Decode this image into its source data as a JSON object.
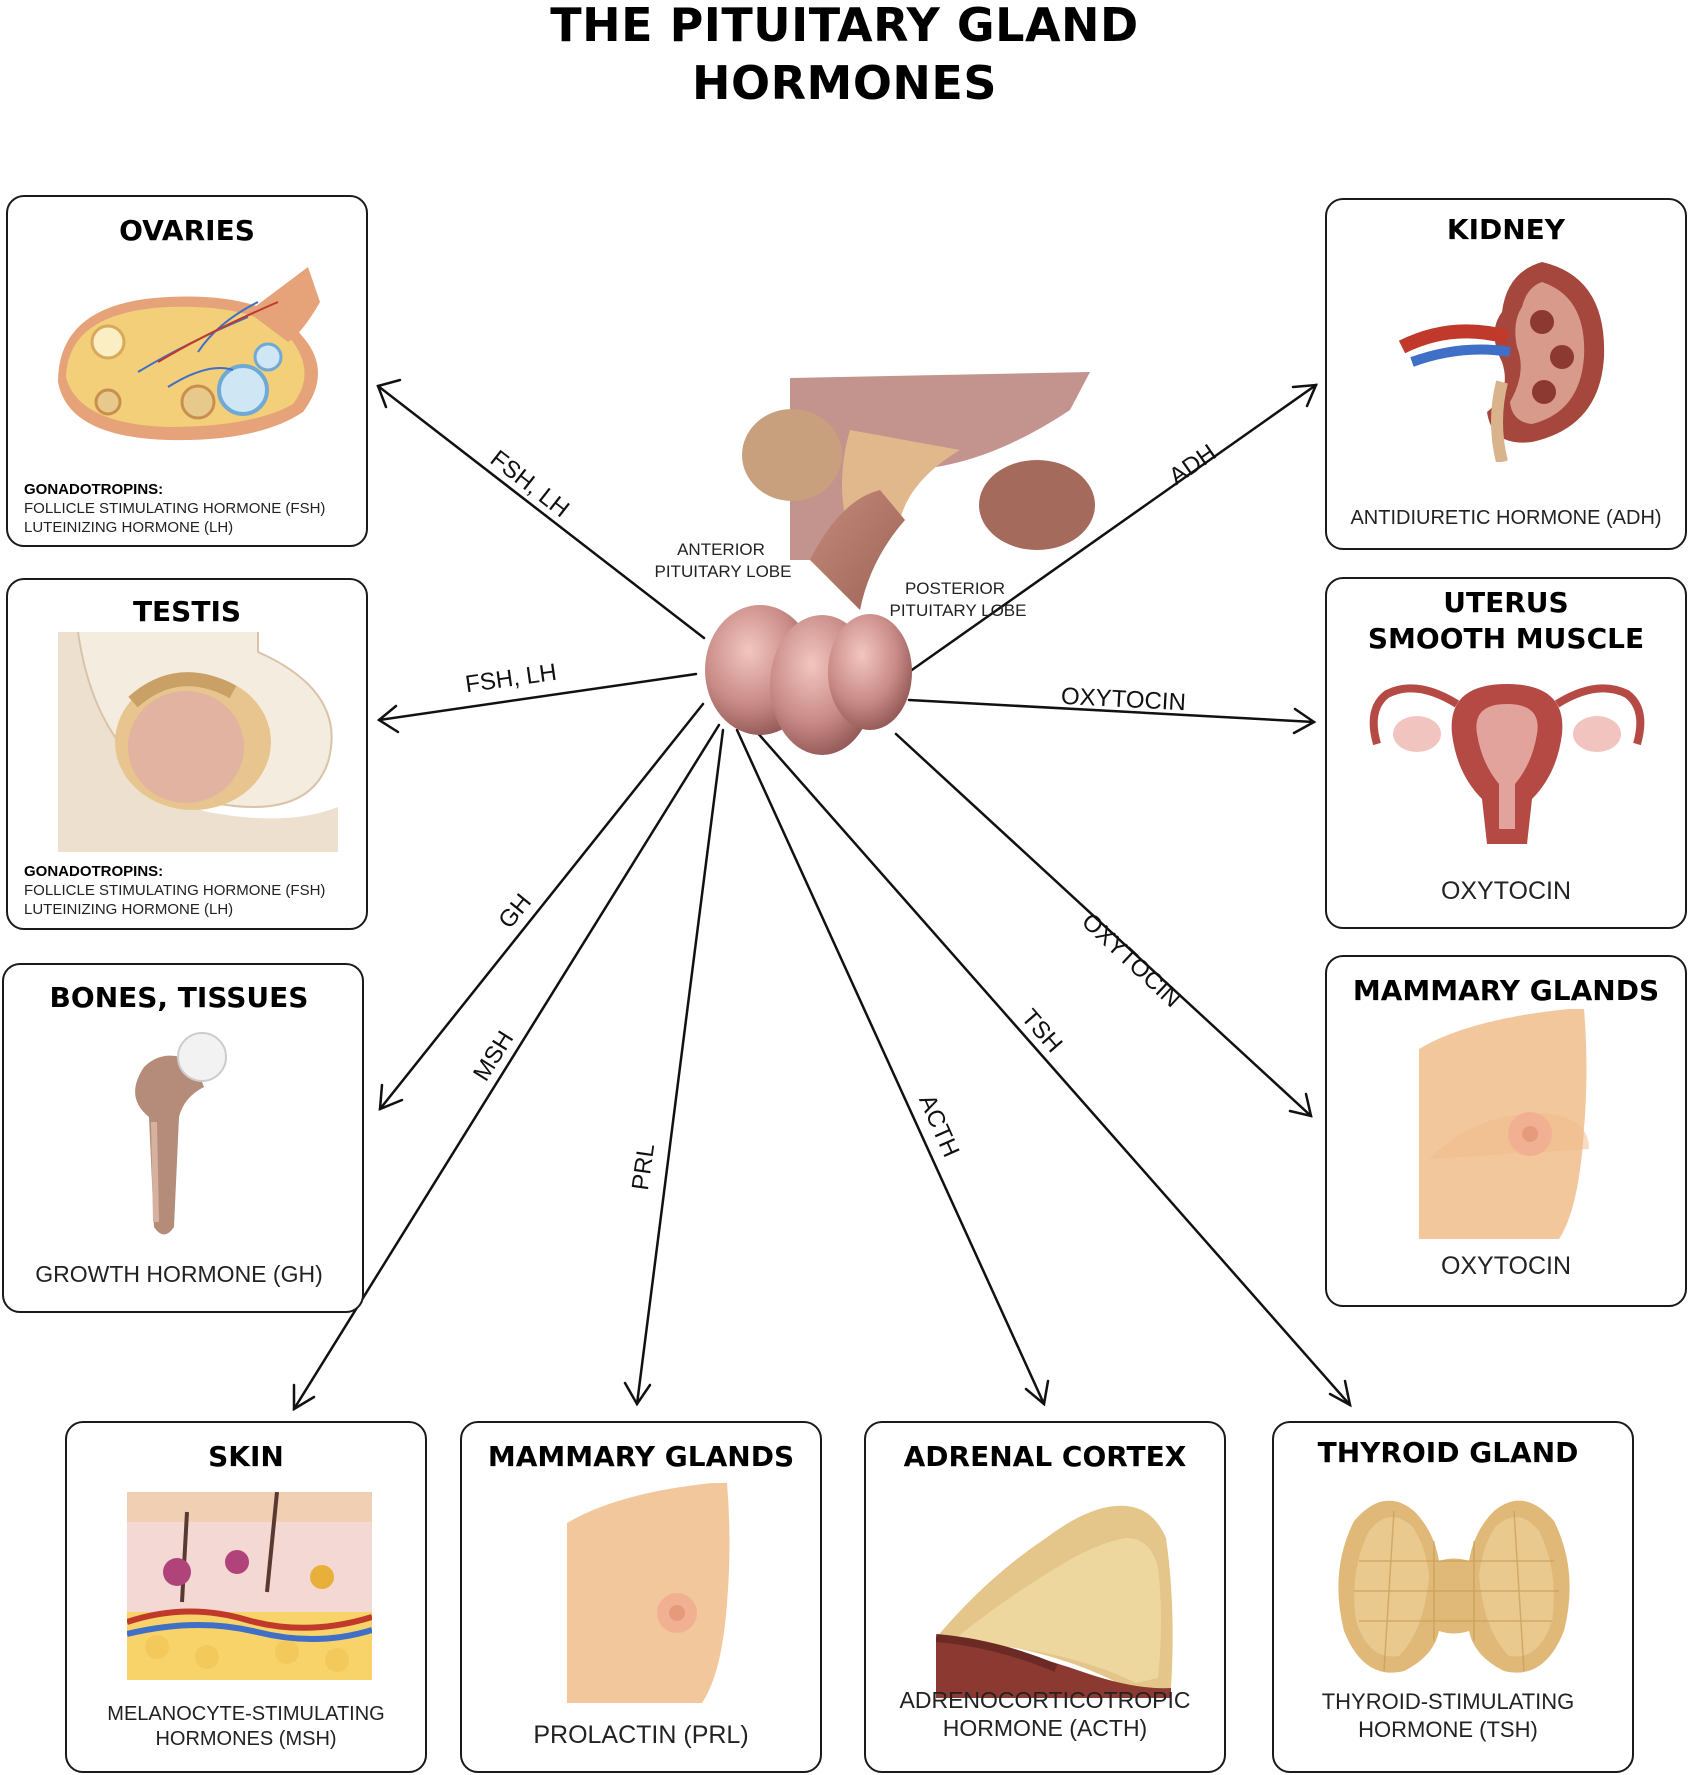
{
  "title": {
    "line1": "THE PITUITARY GLAND",
    "line2": "HORMONES"
  },
  "gland": {
    "anterior_label_1": "ANTERIOR",
    "anterior_label_2": "PITUITARY LOBE",
    "posterior_label_1": "POSTERIOR",
    "posterior_label_2": "PITUITARY LOBE"
  },
  "cards": {
    "ovaries": {
      "title": "OVARIES",
      "gona_head": "GONADOTROPINS:",
      "gona_1": "FOLLICLE STIMULATING HORMONE (FSH)",
      "gona_2": "LUTEINIZING HORMONE (LH)"
    },
    "testis": {
      "title": "TESTIS",
      "gona_head": "GONADOTROPINS:",
      "gona_1": "FOLLICLE STIMULATING HORMONE (FSH)",
      "gona_2": "LUTEINIZING HORMONE (LH)"
    },
    "bones": {
      "title": "BONES, TISSUES",
      "desc": "GROWTH HORMONE (GH)"
    },
    "kidney": {
      "title": "KIDNEY",
      "desc": "ANTIDIURETIC HORMONE (ADH)"
    },
    "uterus": {
      "title_1": "UTERUS",
      "title_2": "SMOOTH MUSCLE",
      "desc": "OXYTOCIN"
    },
    "mammary_right": {
      "title": "MAMMARY GLANDS",
      "desc": "OXYTOCIN"
    },
    "skin": {
      "title": "SKIN",
      "desc_1": "MELANOCYTE-STIMULATING",
      "desc_2": "HORMONES (MSH)"
    },
    "mammary_bottom": {
      "title": "MAMMARY GLANDS",
      "desc": "PROLACTIN (PRL)"
    },
    "adrenal": {
      "title": "ADRENAL CORTEX",
      "desc_1": "ADRENOCORTICOTROPIC",
      "desc_2": "HORMONE (ACTH)"
    },
    "thyroid": {
      "title": "THYROID GLAND",
      "desc_1": "THYROID-STIMULATING",
      "desc_2": "HORMONE (TSH)"
    }
  },
  "arrows": {
    "ovaries": "FSH, LH",
    "testis": "FSH, LH",
    "bones": "GH",
    "skin": "MSH",
    "prl": "PRL",
    "acth": "ACTH",
    "tsh": "TSH",
    "kidney": "ADH",
    "uterus": "OXYTOCIN",
    "mammary": "OXYTOCIN"
  },
  "colors": {
    "line": "#111111",
    "border": "#1a1a1a",
    "gland_pink": "#c98a86",
    "skin_tone": "#f3c79c"
  }
}
